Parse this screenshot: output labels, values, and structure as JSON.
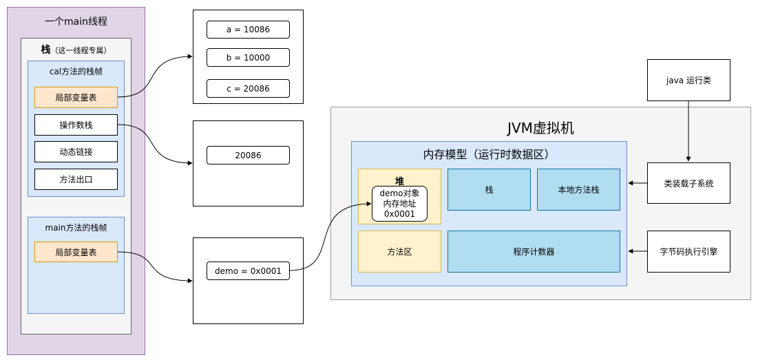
{
  "thread": {
    "title": "一个main线程",
    "stack_title": "栈",
    "stack_subtitle": "（这一线程专属）",
    "cal_frame": {
      "title": "cal方法的栈帧",
      "items": [
        "局部变量表",
        "操作数栈",
        "动态链接",
        "方法出口"
      ]
    },
    "main_frame": {
      "title": "main方法的栈帧",
      "items": [
        "局部变量表"
      ]
    }
  },
  "memory_boxes": {
    "locals_cal": [
      "a = 10086",
      "b = 10000",
      "c = 20086"
    ],
    "operand": [
      "20086"
    ],
    "locals_main": [
      "demo = 0x0001"
    ]
  },
  "jvm": {
    "title": "JVM虚拟机",
    "memory_model_title": "内存模型（运行时数据区）",
    "heap": {
      "title": "堆",
      "object_lines": [
        "demo对象",
        "内存地址",
        "0x0001"
      ]
    },
    "stack": "栈",
    "native_stack": "本地方法栈",
    "method_area": "方法区",
    "pc_register": "程序计数器"
  },
  "external": {
    "java_run": "java 运行类",
    "class_loader": "类装载子系统",
    "bytecode_engine": "字节码执行引擎"
  },
  "colors": {
    "thread_bg": "#e1d5e7",
    "thread_border": "#9673a6",
    "stack_bg": "#f5f5f5",
    "stack_border": "#666666",
    "frame_bg": "#dae8fc",
    "frame_border": "#6c8ebf",
    "highlight_bg": "#ffe6cc",
    "highlight_border": "#d79b00",
    "heap_bg": "#fff2cc",
    "heap_border": "#d6b656",
    "area_bg": "#b1ddf0",
    "area_border": "#10739e",
    "jvm_bg": "#f5f5f5"
  }
}
